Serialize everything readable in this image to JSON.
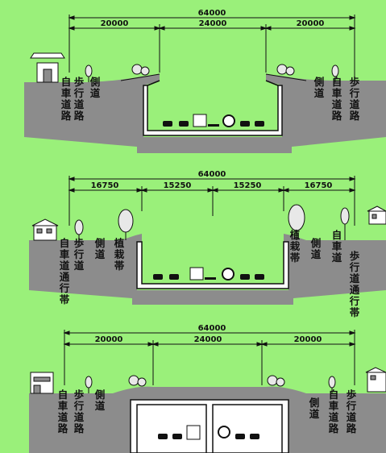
{
  "colors": {
    "background": "#9af07a",
    "ground": "#8c8c8c",
    "ground_shadow": "#5a5a5a",
    "line": "#111111",
    "structure": "#ffffff",
    "tree": "#e8e8e8"
  },
  "sections": [
    {
      "id": "open-cut",
      "total": "64000",
      "dims": [
        "20000",
        "24000",
        "20000"
      ],
      "labels": {
        "left": [
          "自\n車\n道\n路",
          "歩\n行\n道\n路",
          "側\n道"
        ],
        "right": [
          "側\n道",
          "自\n車\n道\n路",
          "歩\n行\n道\n路"
        ]
      }
    },
    {
      "id": "open-cut-planted",
      "total": "64000",
      "dims": [
        "16750",
        "15250",
        "15250",
        "16750"
      ],
      "labels": {
        "left": [
          "自\n車\n道\n通\n行\n帯",
          "歩\n行\n道",
          "側\n道",
          "植\n栽\n帯"
        ],
        "right": [
          "植\n栽\n帯",
          "側\n道",
          "自\n車\n道",
          "歩\n行\n道\n通\n行\n帯"
        ]
      }
    },
    {
      "id": "covered",
      "total": "64000",
      "dims": [
        "20000",
        "24000",
        "20000"
      ],
      "labels": {
        "left": [
          "自\n車\n道\n路",
          "歩\n行\n道\n路",
          "側\n道"
        ],
        "right": [
          "側\n道",
          "自\n車\n道\n路",
          "歩\n行\n道\n路"
        ]
      }
    }
  ]
}
